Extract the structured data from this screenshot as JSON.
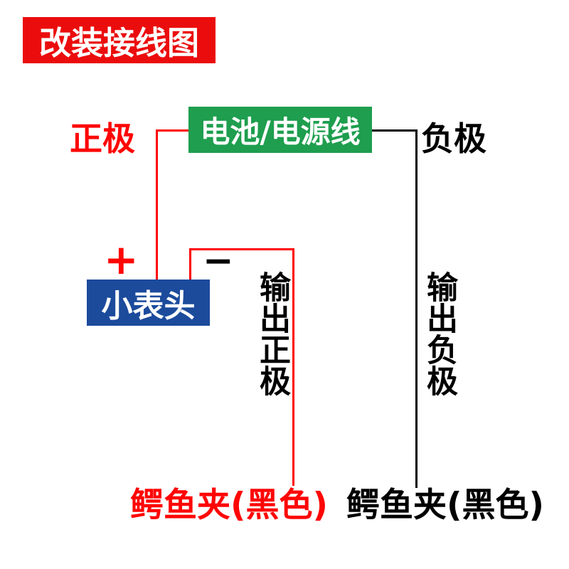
{
  "title": {
    "text": "改装接线图"
  },
  "battery_box": {
    "text": "电池/电源线"
  },
  "meter_box": {
    "text": "小表头"
  },
  "wire_labels": {
    "positive": "正极",
    "negative": "负极",
    "plus": "+",
    "minus": "−",
    "output_positive": "输出正极",
    "output_negative": "输出负极",
    "clip_on_red_wire": "鳄鱼夹(黑色)",
    "clip_on_black_wire": "鳄鱼夹(黑色)"
  },
  "colors": {
    "title_bg": "#eb0d0d",
    "battery_bg": "#1e9e4e",
    "meter_bg": "#1c4b9c",
    "wire_red": "#ff0000",
    "wire_black": "#000000",
    "label_red": "#fe0505",
    "label_black": "#000000",
    "box_text": "#ffffff",
    "page_bg": "#ffffff"
  }
}
